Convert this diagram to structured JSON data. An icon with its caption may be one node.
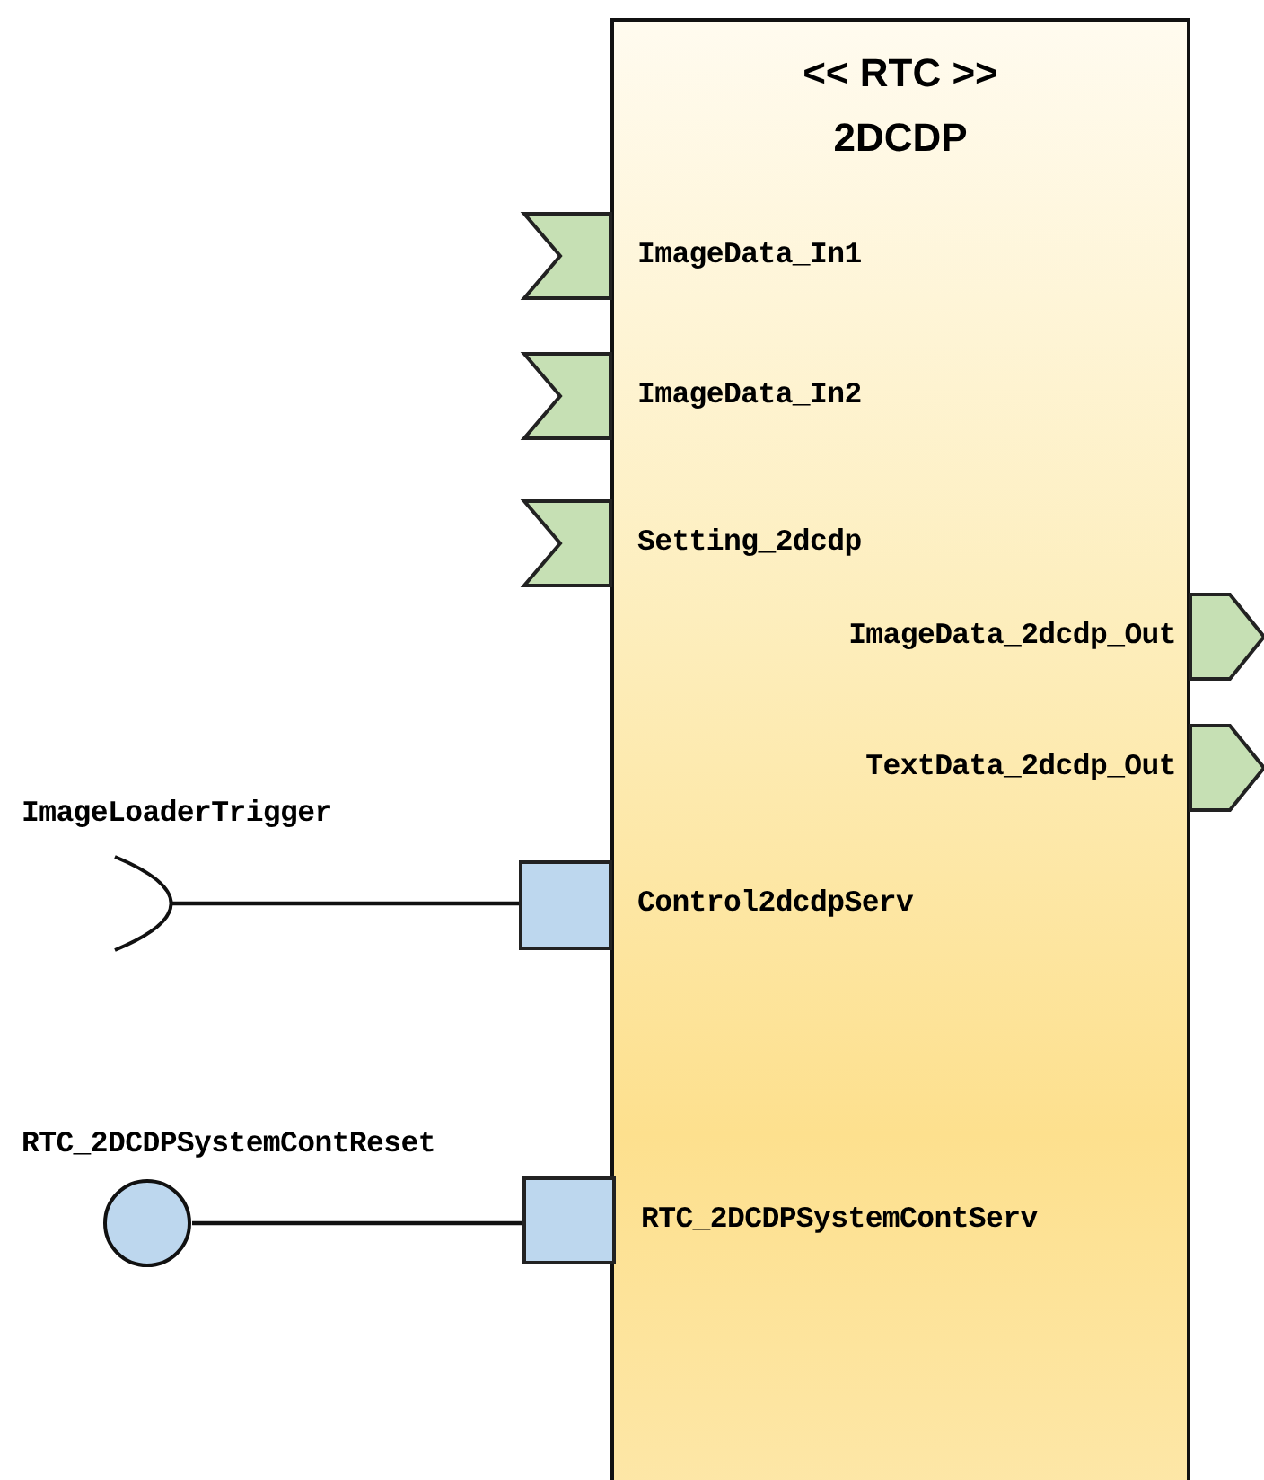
{
  "diagram": {
    "nodes": [
      {
        "text": [
          "<< RTC >>",
          "2DCDP"
        ]
      },
      {
        "text": [
          "ImageData_In1"
        ]
      },
      {
        "text": [
          "ImageData_In2"
        ]
      },
      {
        "text": [
          "Setting_2dcdp"
        ]
      },
      {
        "text": [
          "ImageData_2dcdp_Out"
        ]
      },
      {
        "text": [
          "TextData_2dcdp_Out"
        ]
      },
      {
        "text": [
          "Control2dcdpServ"
        ]
      },
      {
        "text": [
          "RTC_2DCDPSystemContServ"
        ]
      },
      {
        "text": [],
        "shape": "arc",
        "beside": [
          "ImageLoaderTrigger"
        ]
      },
      {
        "text": [],
        "shape": "circle",
        "beside": [
          "RTC_2DCDPSystemContReset"
        ]
      }
    ],
    "edges": [
      {
        "from": 8,
        "to": 6,
        "arrow": "none"
      },
      {
        "from": 9,
        "to": 7,
        "arrow": "none"
      }
    ]
  }
}
